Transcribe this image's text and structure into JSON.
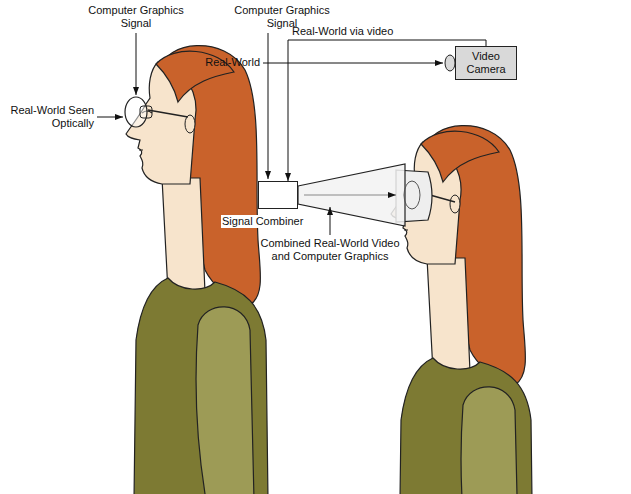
{
  "diagram": {
    "nodes": [
      {
        "text": [
          "Video Camera"
        ]
      },
      {
        "text": [
          "Signal Combiner"
        ]
      }
    ],
    "edges": [
      {
        "from": 0,
        "to": 1,
        "arrow": "to",
        "label": "Real-World via video"
      }
    ],
    "labels": [
      "Computer Graphics Signal",
      "Real-World Seen Optically",
      "Computer Graphics Signal",
      "Real-World",
      "Combined Real-World Video and Computer Graphics"
    ]
  }
}
